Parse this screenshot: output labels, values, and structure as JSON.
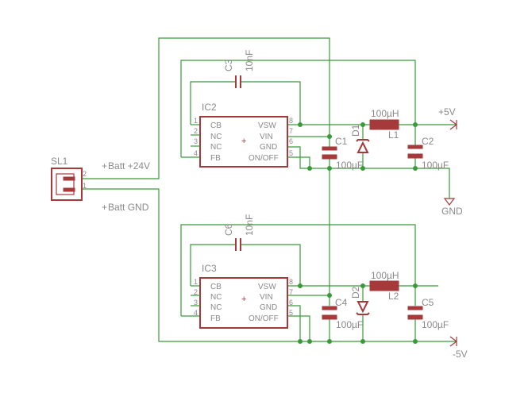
{
  "connector": {
    "ref": "SL1",
    "pin_top": "2",
    "pin_bottom": "1",
    "net_top": "Batt +24V",
    "net_bottom": "Batt GND"
  },
  "ic_top": {
    "ref": "IC2",
    "pins_left": [
      {
        "num": "1",
        "name": "CB"
      },
      {
        "num": "2",
        "name": "NC"
      },
      {
        "num": "3",
        "name": "NC"
      },
      {
        "num": "4",
        "name": "FB"
      }
    ],
    "pins_right": [
      {
        "num": "8",
        "name": "VSW"
      },
      {
        "num": "7",
        "name": "VIN"
      },
      {
        "num": "6",
        "name": "GND"
      },
      {
        "num": "5",
        "name": "ON/OFF"
      }
    ]
  },
  "ic_bottom": {
    "ref": "IC3",
    "pins_left": [
      {
        "num": "1",
        "name": "CB"
      },
      {
        "num": "2",
        "name": "NC"
      },
      {
        "num": "3",
        "name": "NC"
      },
      {
        "num": "4",
        "name": "FB"
      }
    ],
    "pins_right": [
      {
        "num": "8",
        "name": "VSW"
      },
      {
        "num": "7",
        "name": "VIN"
      },
      {
        "num": "6",
        "name": "GND"
      },
      {
        "num": "5",
        "name": "ON/OFF"
      }
    ]
  },
  "parts": {
    "C3": {
      "ref": "C3",
      "value": "10nF"
    },
    "C6": {
      "ref": "C6",
      "value": "10nF"
    },
    "C1": {
      "ref": "C1",
      "value": "100µF"
    },
    "C2": {
      "ref": "C2",
      "value": "100µF"
    },
    "C4": {
      "ref": "C4",
      "value": "100µF"
    },
    "C5": {
      "ref": "C5",
      "value": "100µF"
    },
    "L1": {
      "ref": "L1",
      "value": "100µH"
    },
    "L2": {
      "ref": "L2",
      "value": "100µH"
    },
    "D1": {
      "ref": "D1"
    },
    "D2": {
      "ref": "D2"
    }
  },
  "nets": {
    "pos5": "+5V",
    "gnd": "GND",
    "neg5": "-5V"
  },
  "colors": {
    "wire": "#3a9a3a",
    "part": "#a63a3a",
    "label": "#8a8a8a"
  }
}
